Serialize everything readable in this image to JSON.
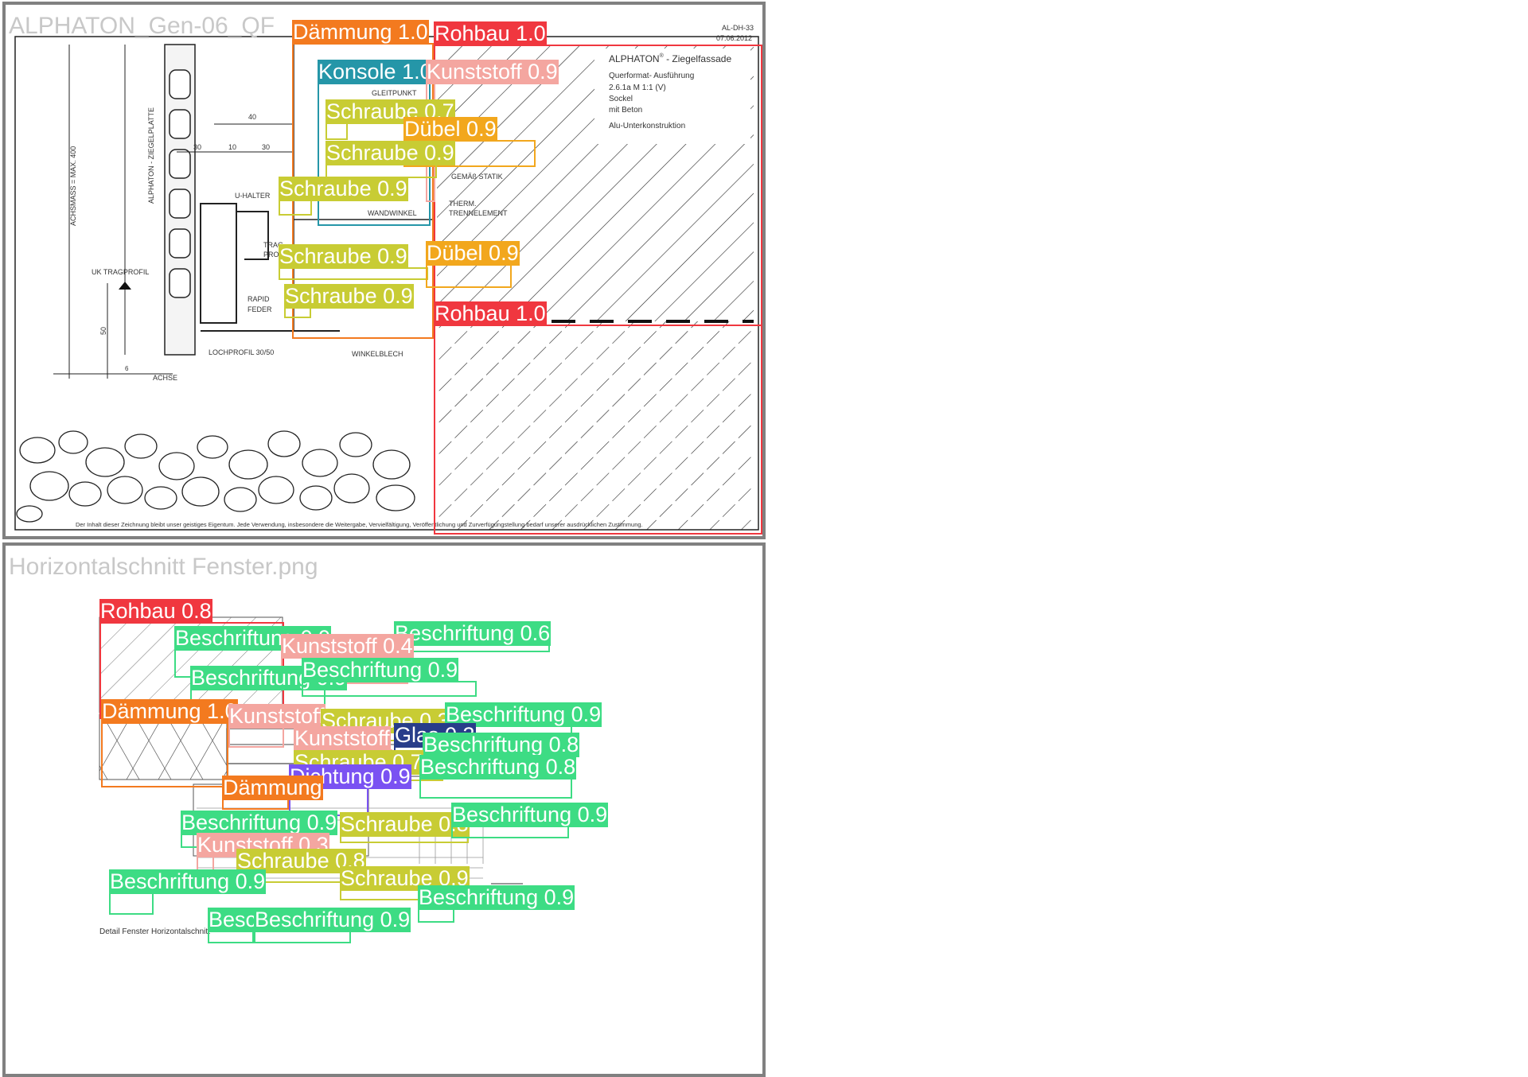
{
  "colors": {
    "Rohbau": "#f0373f",
    "Dämmung": "#f37a1f",
    "Konsole": "#2596a8",
    "Kunststoff": "#f4a6a0",
    "Schraube": "#c8cc34",
    "Dübel": "#f2a71d",
    "Beschriftung": "#3ddc84",
    "Glas": "#283d8a",
    "Dichtung": "#7a52f2"
  },
  "panels": [
    {
      "title": "ALPHATON_Gen-06_QF",
      "drawing": {
        "code": "AL-DH-33",
        "date": "07.06.2012",
        "brand": "ALPHATON",
        "brand_suffix": " - Ziegelfassade",
        "info": [
          "Querformat- Ausführung",
          "2.6.1a   M 1:1 (V)",
          "Sockel",
          "mit Beton",
          "Alu-Unterkonstruktion"
        ],
        "labels": [
          "ACHSMASS = MAX. 400",
          "ALPHATON - ZIEGELPLATTE",
          "U-HALTER",
          "UK TRAGPROFIL",
          "RAPID",
          "FEDER",
          "LOCHPROFIL 30/50",
          "ACHSE",
          "WINKELBLECH",
          "WANDWINKEL",
          "THERM.",
          "TRENNELEMENT",
          "GEMÄß STATIK",
          "GLEITPUNKT",
          "TRAG",
          "PRO"
        ],
        "dims": [
          "40",
          "30",
          "10",
          "30",
          "50",
          "6"
        ],
        "footer": "Der Inhalt dieser Zeichnung bleibt unser geistiges Eigentum. Jede Verwendung, insbesondere die Weitergabe, Vervielfältigung, Veröffentlichung und Zurverfügungstellung bedarf unserer ausdrücklichen Zustimmung."
      },
      "detections": [
        {
          "label": "Dämmung 1.0",
          "cls": "Dämmung"
        },
        {
          "label": "Rohbau 1.0",
          "cls": "Rohbau"
        },
        {
          "label": "Konsole 1.0",
          "cls": "Konsole"
        },
        {
          "label": "Kunststoff 0.9",
          "cls": "Kunststoff"
        },
        {
          "label": "Schraube 0.7",
          "cls": "Schraube"
        },
        {
          "label": "Dübel 0.9",
          "cls": "Dübel"
        },
        {
          "label": "Schraube 0.9",
          "cls": "Schraube"
        },
        {
          "label": "Schraube 0.9",
          "cls": "Schraube"
        },
        {
          "label": "Schraube 0.9",
          "cls": "Schraube"
        },
        {
          "label": "Dübel 0.9",
          "cls": "Dübel"
        },
        {
          "label": "Schraube 0.9",
          "cls": "Schraube"
        },
        {
          "label": "Rohbau 1.0",
          "cls": "Rohbau"
        }
      ]
    },
    {
      "title": "Horizontalschnitt Fenster.png",
      "drawing": {
        "caption": "Detail Fenster Horizontalschnitt"
      },
      "detections": [
        {
          "label": "Rohbau 0.8",
          "cls": "Rohbau"
        },
        {
          "label": "Beschriftung 0.9",
          "cls": "Beschriftung"
        },
        {
          "label": "Beschriftung 0.6",
          "cls": "Beschriftung"
        },
        {
          "label": "Kunststoff 0.4",
          "cls": "Kunststoff"
        },
        {
          "label": "Beschriftung 0.9",
          "cls": "Beschriftung"
        },
        {
          "label": "Beschriftung 0.9",
          "cls": "Beschriftung"
        },
        {
          "label": "Dämmung 1.0",
          "cls": "Dämmung"
        },
        {
          "label": "Kunststoff",
          "cls": "Kunststoff"
        },
        {
          "label": "Schraube 0.3",
          "cls": "Schraube"
        },
        {
          "label": "Beschriftung 0.9",
          "cls": "Beschriftung"
        },
        {
          "label": "Glas 0.3",
          "cls": "Glas"
        },
        {
          "label": "Kunststoff",
          "cls": "Kunststoff"
        },
        {
          "label": "Beschriftung 0.8",
          "cls": "Beschriftung"
        },
        {
          "label": "Schraube 0.7",
          "cls": "Schraube"
        },
        {
          "label": "Beschriftung 0.8",
          "cls": "Beschriftung"
        },
        {
          "label": "Dichtung 0.9",
          "cls": "Dichtung"
        },
        {
          "label": "Dämmung",
          "cls": "Dämmung"
        },
        {
          "label": "Beschriftung 0.9",
          "cls": "Beschriftung"
        },
        {
          "label": "Schraube 0.8",
          "cls": "Schraube"
        },
        {
          "label": "Beschriftung 0.9",
          "cls": "Beschriftung"
        },
        {
          "label": "Kunststoff 0.3",
          "cls": "Kunststoff"
        },
        {
          "label": "Schraube 0.8",
          "cls": "Schraube"
        },
        {
          "label": "Beschriftung 0.9",
          "cls": "Beschriftung"
        },
        {
          "label": "Schraube 0.9",
          "cls": "Schraube"
        },
        {
          "label": "Beschriftung 0.9",
          "cls": "Beschriftung"
        },
        {
          "label": "Beschriftung 0.9",
          "cls": "Beschriftung"
        },
        {
          "label": "Beschriftung 0.9",
          "cls": "Beschriftung"
        }
      ]
    }
  ]
}
